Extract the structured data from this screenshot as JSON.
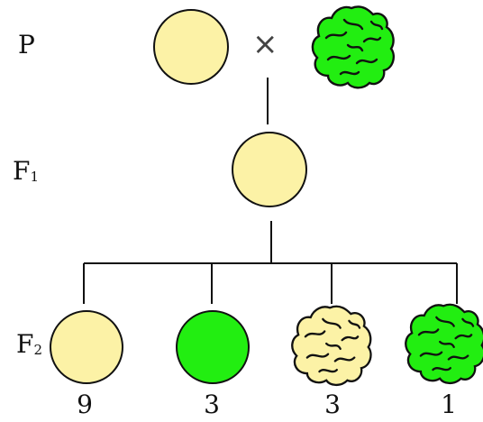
{
  "generations": {
    "p": "P",
    "f1_letter": "F",
    "f1_sub": "1",
    "f2_letter": "F",
    "f2_sub": "2"
  },
  "cross_symbol": "×",
  "ratios": [
    "9",
    "3",
    "3",
    "1"
  ],
  "peas": {
    "p_left": "yellow-round",
    "p_right": "green-wrinkled",
    "f1": "yellow-round",
    "f2": [
      "yellow-round",
      "green-round",
      "yellow-wrinkled",
      "green-wrinkled"
    ]
  },
  "colors": {
    "yellow": "#fcf2a6",
    "green": "#22ee11",
    "outline": "#111111"
  }
}
